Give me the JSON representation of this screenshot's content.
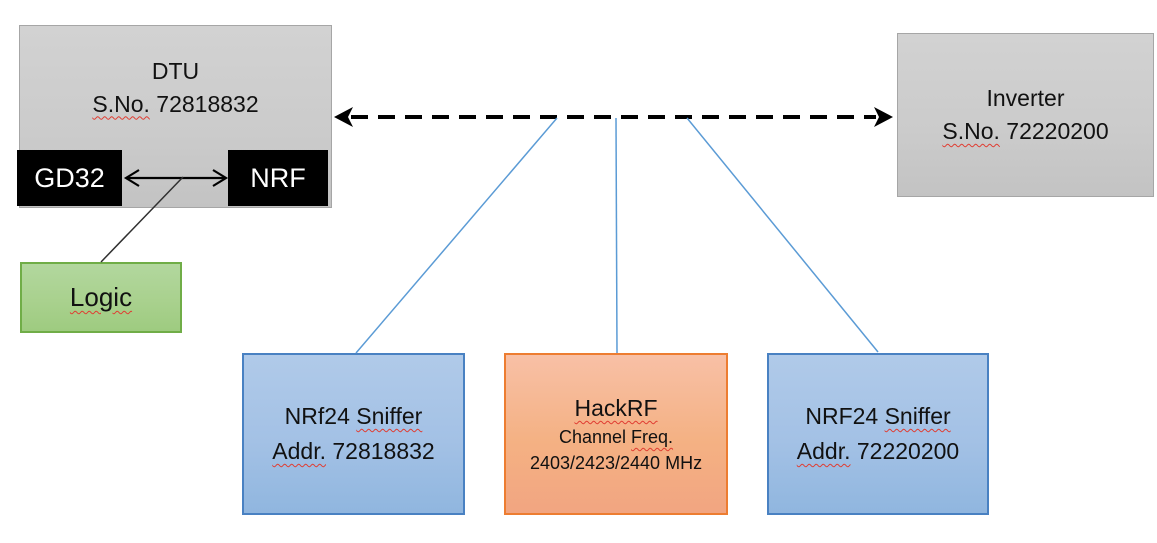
{
  "diagram": {
    "dtu": {
      "title": "DTU",
      "serial_label": "S.No.",
      "serial_number": "72818832",
      "gd32_chip_label": "GD32",
      "nrf_chip_label": "NRF"
    },
    "logic": {
      "label": "Logic"
    },
    "inverter": {
      "title": "Inverter",
      "serial_label": "S.No.",
      "serial_number": "72220200"
    },
    "sniffer_left": {
      "name_prefix": "NRf24",
      "name_sniffer": "Sniffer",
      "addr_label": "Addr.",
      "addr_number": "72818832"
    },
    "hackrf": {
      "title": "HackRF",
      "channel_word": "Channel",
      "freq_word": "Freq.",
      "frequencies": "2403/2423/2440 MHz"
    },
    "sniffer_right": {
      "name_prefix": "NRF24",
      "name_sniffer": "Sniffer",
      "addr_label": "Addr.",
      "addr_number": "72220200"
    },
    "colors": {
      "device_box_fill": "#cdcdcd",
      "device_box_border": "#a6a6a6",
      "chip_fill": "#000000",
      "chip_text": "#ffffff",
      "logic_fill": "#a9d18e",
      "logic_border": "#70ad47",
      "sniffer_fill": "#9dc3e6",
      "sniffer_border": "#4981c2",
      "hackrf_fill": "#f4b183",
      "hackrf_border": "#ed7d31",
      "connector_blue": "#5b9bd5",
      "arrow_black": "#000000",
      "spellcheck_red": "#e03c31"
    }
  }
}
